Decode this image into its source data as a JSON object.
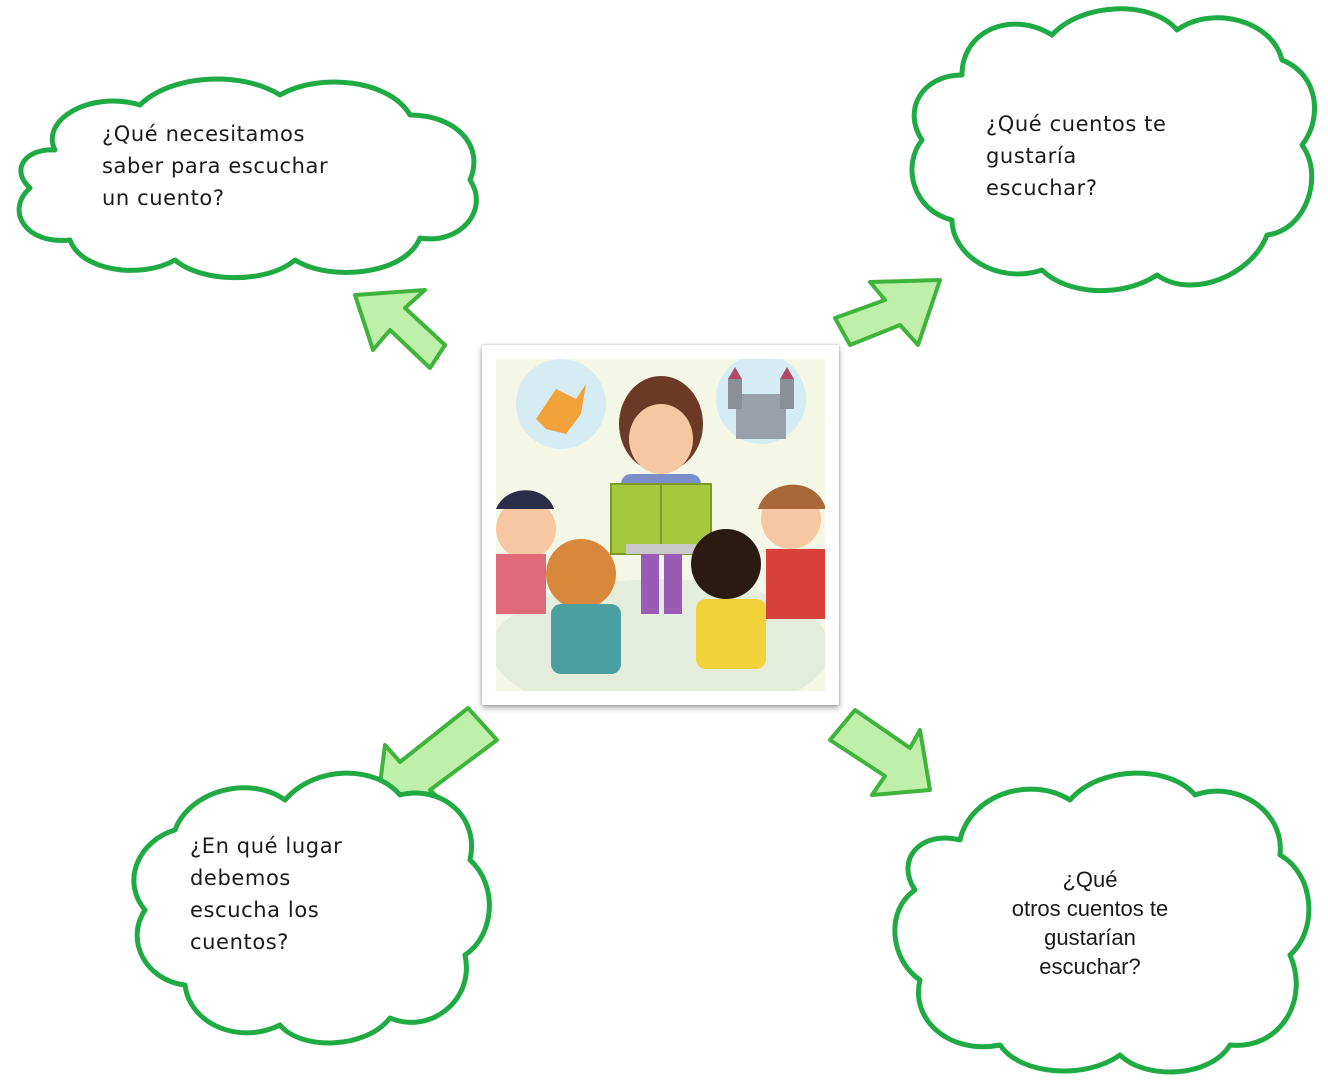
{
  "colors": {
    "cloud_stroke": "#1faa43",
    "arrow_fill": "#bff0a9",
    "arrow_stroke": "#3fb43c"
  },
  "clouds": {
    "top_left": "¿Qué necesitamos\nsaber para escuchar\nun cuento?",
    "top_right": "¿Qué cuentos te\ngustaría\nescuchar?",
    "bottom_left": "¿En qué lugar\ndebemos\nescucha los\ncuentos?",
    "bottom_right": "¿Qué\notros cuentos te\ngustarían\nescuchar?"
  },
  "image": {
    "icon": "storytime-illustration-icon"
  }
}
